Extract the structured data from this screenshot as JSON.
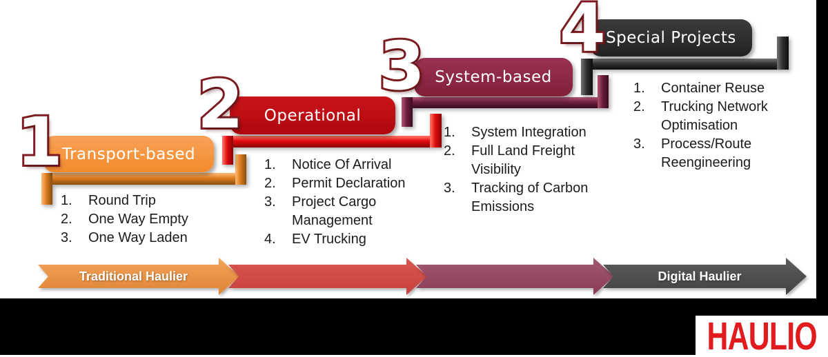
{
  "stages": [
    {
      "number": "1",
      "title": "Transport-based",
      "color": "#F6953C",
      "items": [
        {
          "n": "1.",
          "t": "Round Trip"
        },
        {
          "n": "2.",
          "t": "One Way Empty"
        },
        {
          "n": "3.",
          "t": "One Way Laden"
        }
      ]
    },
    {
      "number": "2",
      "title": "Operational",
      "color": "#BE0B11",
      "items": [
        {
          "n": "1.",
          "t": "Notice Of Arrival"
        },
        {
          "n": "2.",
          "t": "Permit Declaration"
        },
        {
          "n": "3.",
          "t": "Project Cargo Management"
        },
        {
          "n": "4.",
          "t": "EV Trucking"
        }
      ]
    },
    {
      "number": "3",
      "title": "System-based",
      "color": "#8E2443",
      "items": [
        {
          "n": "1.",
          "t": "System Integration"
        },
        {
          "n": "2.",
          "t": "Full Land Freight Visibility"
        },
        {
          "n": "3.",
          "t": "Tracking of Carbon Emissions"
        }
      ]
    },
    {
      "number": "4",
      "title": "Special Projects",
      "color": "#2B2B2B",
      "items": [
        {
          "n": "1.",
          "t": "Container Reuse"
        },
        {
          "n": "2.",
          "t": "Trucking Network Optimisation"
        },
        {
          "n": "3.",
          "t": "Process/Route Reengineering"
        }
      ]
    }
  ],
  "timeline": {
    "start_label": "Traditional Haulier",
    "end_label": "Digital Haulier",
    "segment_colors": [
      "#E98F44",
      "#D14B47",
      "#96485F",
      "#4D4D4D"
    ]
  },
  "number_style": {
    "fill": "#FFFFFF",
    "outline": "#7E1B20"
  },
  "frame_color": "#000000",
  "logo": {
    "text": "HAULIO",
    "color": "#E11B1E"
  }
}
